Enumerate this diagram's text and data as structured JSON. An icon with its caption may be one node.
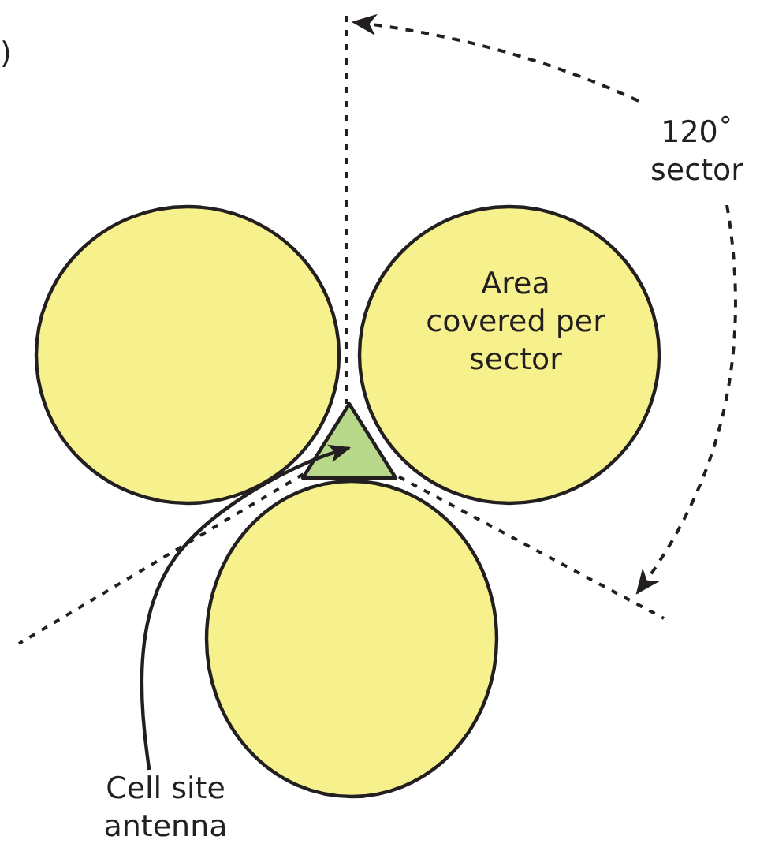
{
  "diagram": {
    "nodes": [
      {
        "text": [],
        "shape": "circle"
      },
      {
        "text": [
          "Area covered per sector"
        ]
      },
      {
        "text": [],
        "shape": "circle"
      },
      {
        "text": [],
        "shape": "triangle"
      },
      {
        "text": [
          "Cell site antenna"
        ]
      }
    ],
    "edges": [
      {
        "from": 4,
        "to": 3,
        "arrow": "to"
      }
    ],
    "labels": [
      ")",
      "120˚ sector"
    ]
  }
}
